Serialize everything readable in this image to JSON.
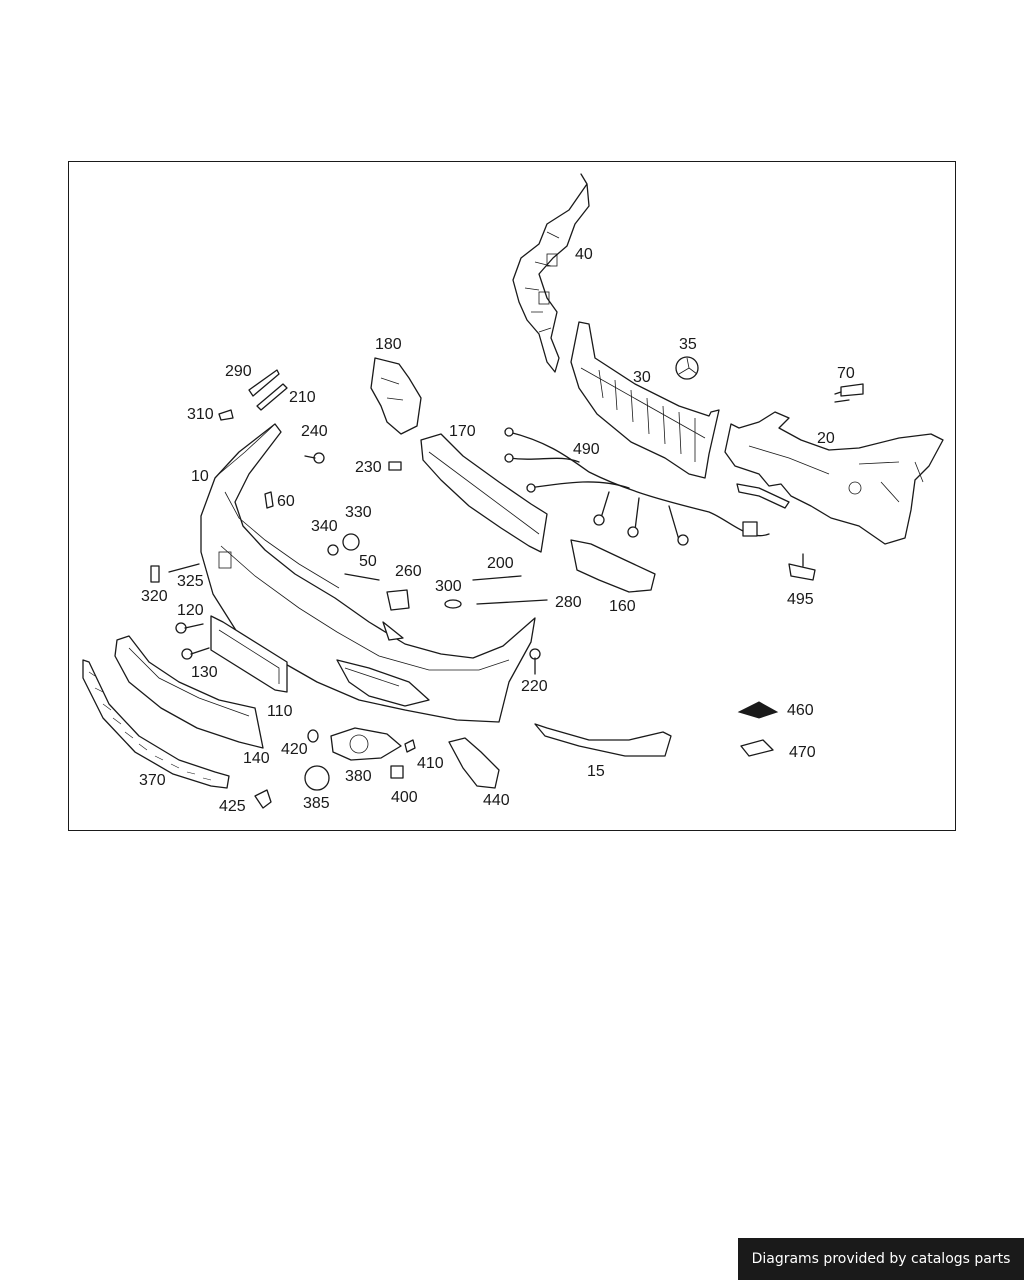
{
  "callouts": [
    "10",
    "15",
    "20",
    "30",
    "35",
    "40",
    "50",
    "60",
    "70",
    "110",
    "120",
    "130",
    "140",
    "160",
    "170",
    "180",
    "200",
    "210",
    "220",
    "230",
    "240",
    "260",
    "280",
    "290",
    "300",
    "310",
    "320",
    "325",
    "330",
    "340",
    "370",
    "380",
    "385",
    "400",
    "410",
    "420",
    "425",
    "440",
    "460",
    "470",
    "490",
    "495"
  ],
  "footer": {
    "credit": "Diagrams provided by catalogs parts"
  },
  "colors": {
    "line": "#1a1a1a",
    "footer_bg": "#1a1a1a",
    "footer_text": "#ffffff"
  }
}
